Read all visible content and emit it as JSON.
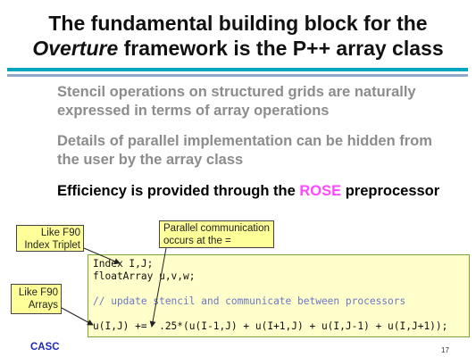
{
  "title": {
    "line1": "The fundamental building block for the",
    "line2_italic": "Overture",
    "line2_rest": " framework is the P++ array class"
  },
  "bullets": [
    "Stencil operations on structured grids are naturally expressed in terms of array operations",
    "Details of parallel implementation can be hidden from the user by the array class"
  ],
  "bullet3": {
    "before": "Efficiency is provided through the ",
    "highlight": "ROSE",
    "after": " preprocessor"
  },
  "callouts": {
    "triplet_line1": "Like F90",
    "triplet_line2": "Index Triplet",
    "parallel_line1": "Parallel communication",
    "parallel_line2": "occurs at the =",
    "arrays_line1": "Like F90",
    "arrays_line2": "Arrays"
  },
  "code": [
    "Index I,J;",
    "floatArray u,v,w;",
    "// update stencil and communicate between processors",
    "u(I,J) +=  .25*(u(I-1,J) + u(I+1,J) + u(I,J-1) + u(I,J+1));"
  ],
  "footer": {
    "logo": "CASC",
    "page": "17"
  },
  "colors": {
    "rule_top": "#00a6c0",
    "rule_bottom": "#8ea9cc",
    "callout_bg": "#ffff99",
    "code_bg": "#ffffcc",
    "rose": "#ff48ff",
    "comment": "#6b77c4"
  }
}
